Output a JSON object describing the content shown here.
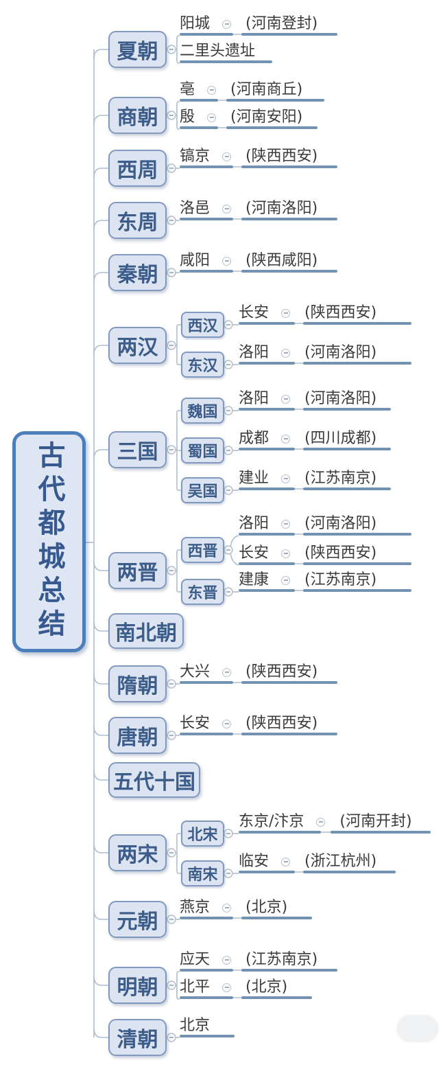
{
  "root_label": "古代都城总结",
  "colors": {
    "root_border": "#4d7ebc",
    "node_fill": "#dce4f1",
    "node_border": "#8299bf",
    "node_text": "#3c5c8a",
    "leaf_text": "#3a3a3a",
    "underline": "#7292b1",
    "connector": "#aebdd0"
  },
  "branches": [
    {
      "label": "夏朝",
      "children": [
        {
          "capital": "阳城",
          "location": "(河南登封)"
        },
        {
          "capital": "二里头遗址",
          "location": ""
        }
      ]
    },
    {
      "label": "商朝",
      "children": [
        {
          "capital": "亳",
          "location": "(河南商丘)"
        },
        {
          "capital": "殷",
          "location": "(河南安阳)"
        }
      ]
    },
    {
      "label": "西周",
      "children": [
        {
          "capital": "镐京",
          "location": "(陕西西安)"
        }
      ]
    },
    {
      "label": "东周",
      "children": [
        {
          "capital": "洛邑",
          "location": "(河南洛阳)"
        }
      ]
    },
    {
      "label": "秦朝",
      "children": [
        {
          "capital": "咸阳",
          "location": "(陕西咸阳)"
        }
      ]
    },
    {
      "label": "两汉",
      "subs": [
        {
          "label": "西汉",
          "children": [
            {
              "capital": "长安",
              "location": "(陕西西安)"
            }
          ]
        },
        {
          "label": "东汉",
          "children": [
            {
              "capital": "洛阳",
              "location": "(河南洛阳)"
            }
          ]
        }
      ]
    },
    {
      "label": "三国",
      "subs": [
        {
          "label": "魏国",
          "children": [
            {
              "capital": "洛阳",
              "location": "(河南洛阳)"
            }
          ]
        },
        {
          "label": "蜀国",
          "children": [
            {
              "capital": "成都",
              "location": "(四川成都)"
            }
          ]
        },
        {
          "label": "吴国",
          "children": [
            {
              "capital": "建业",
              "location": "(江苏南京)"
            }
          ]
        }
      ]
    },
    {
      "label": "两晋",
      "subs": [
        {
          "label": "西晋",
          "children": [
            {
              "capital": "洛阳",
              "location": "(河南洛阳)"
            },
            {
              "capital": "长安",
              "location": "(陕西西安)"
            }
          ]
        },
        {
          "label": "东晋",
          "children": [
            {
              "capital": "建康",
              "location": "(江苏南京)"
            }
          ]
        }
      ]
    },
    {
      "label": "南北朝",
      "children": []
    },
    {
      "label": "隋朝",
      "children": [
        {
          "capital": "大兴",
          "location": "(陕西西安)"
        }
      ]
    },
    {
      "label": "唐朝",
      "children": [
        {
          "capital": "长安",
          "location": "(陕西西安)"
        }
      ]
    },
    {
      "label": "五代十国",
      "children": []
    },
    {
      "label": "两宋",
      "subs": [
        {
          "label": "北宋",
          "children": [
            {
              "capital": "东京/汴京",
              "location": "(河南开封)"
            }
          ]
        },
        {
          "label": "南宋",
          "children": [
            {
              "capital": "临安",
              "location": "(浙江杭州)"
            }
          ]
        }
      ]
    },
    {
      "label": "元朝",
      "children": [
        {
          "capital": "燕京",
          "location": "(北京)"
        }
      ]
    },
    {
      "label": "明朝",
      "children": [
        {
          "capital": "应天",
          "location": "(江苏南京)"
        },
        {
          "capital": "北平",
          "location": "(北京)"
        }
      ]
    },
    {
      "label": "清朝",
      "children": [
        {
          "capital": "北京",
          "location": ""
        }
      ]
    }
  ]
}
